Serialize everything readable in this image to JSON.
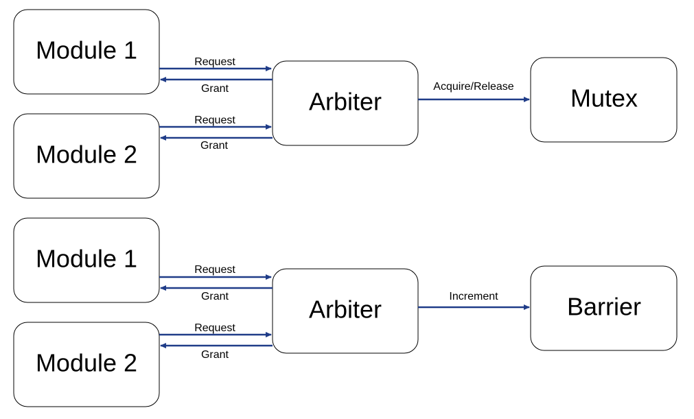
{
  "colors": {
    "arrow": "#1F3C88",
    "box_border": "#000000",
    "background": "#ffffff"
  },
  "diagrams": [
    {
      "module_1": "Module 1",
      "module_2": "Module 2",
      "arbiter": "Arbiter",
      "target": "Mutex",
      "m1_request": "Request",
      "m1_grant": "Grant",
      "m2_request": "Request",
      "m2_grant": "Grant",
      "arbiter_to_target": "Acquire/Release"
    },
    {
      "module_1": "Module 1",
      "module_2": "Module 2",
      "arbiter": "Arbiter",
      "target": "Barrier",
      "m1_request": "Request",
      "m1_grant": "Grant",
      "m2_request": "Request",
      "m2_grant": "Grant",
      "arbiter_to_target": "Increment"
    }
  ]
}
